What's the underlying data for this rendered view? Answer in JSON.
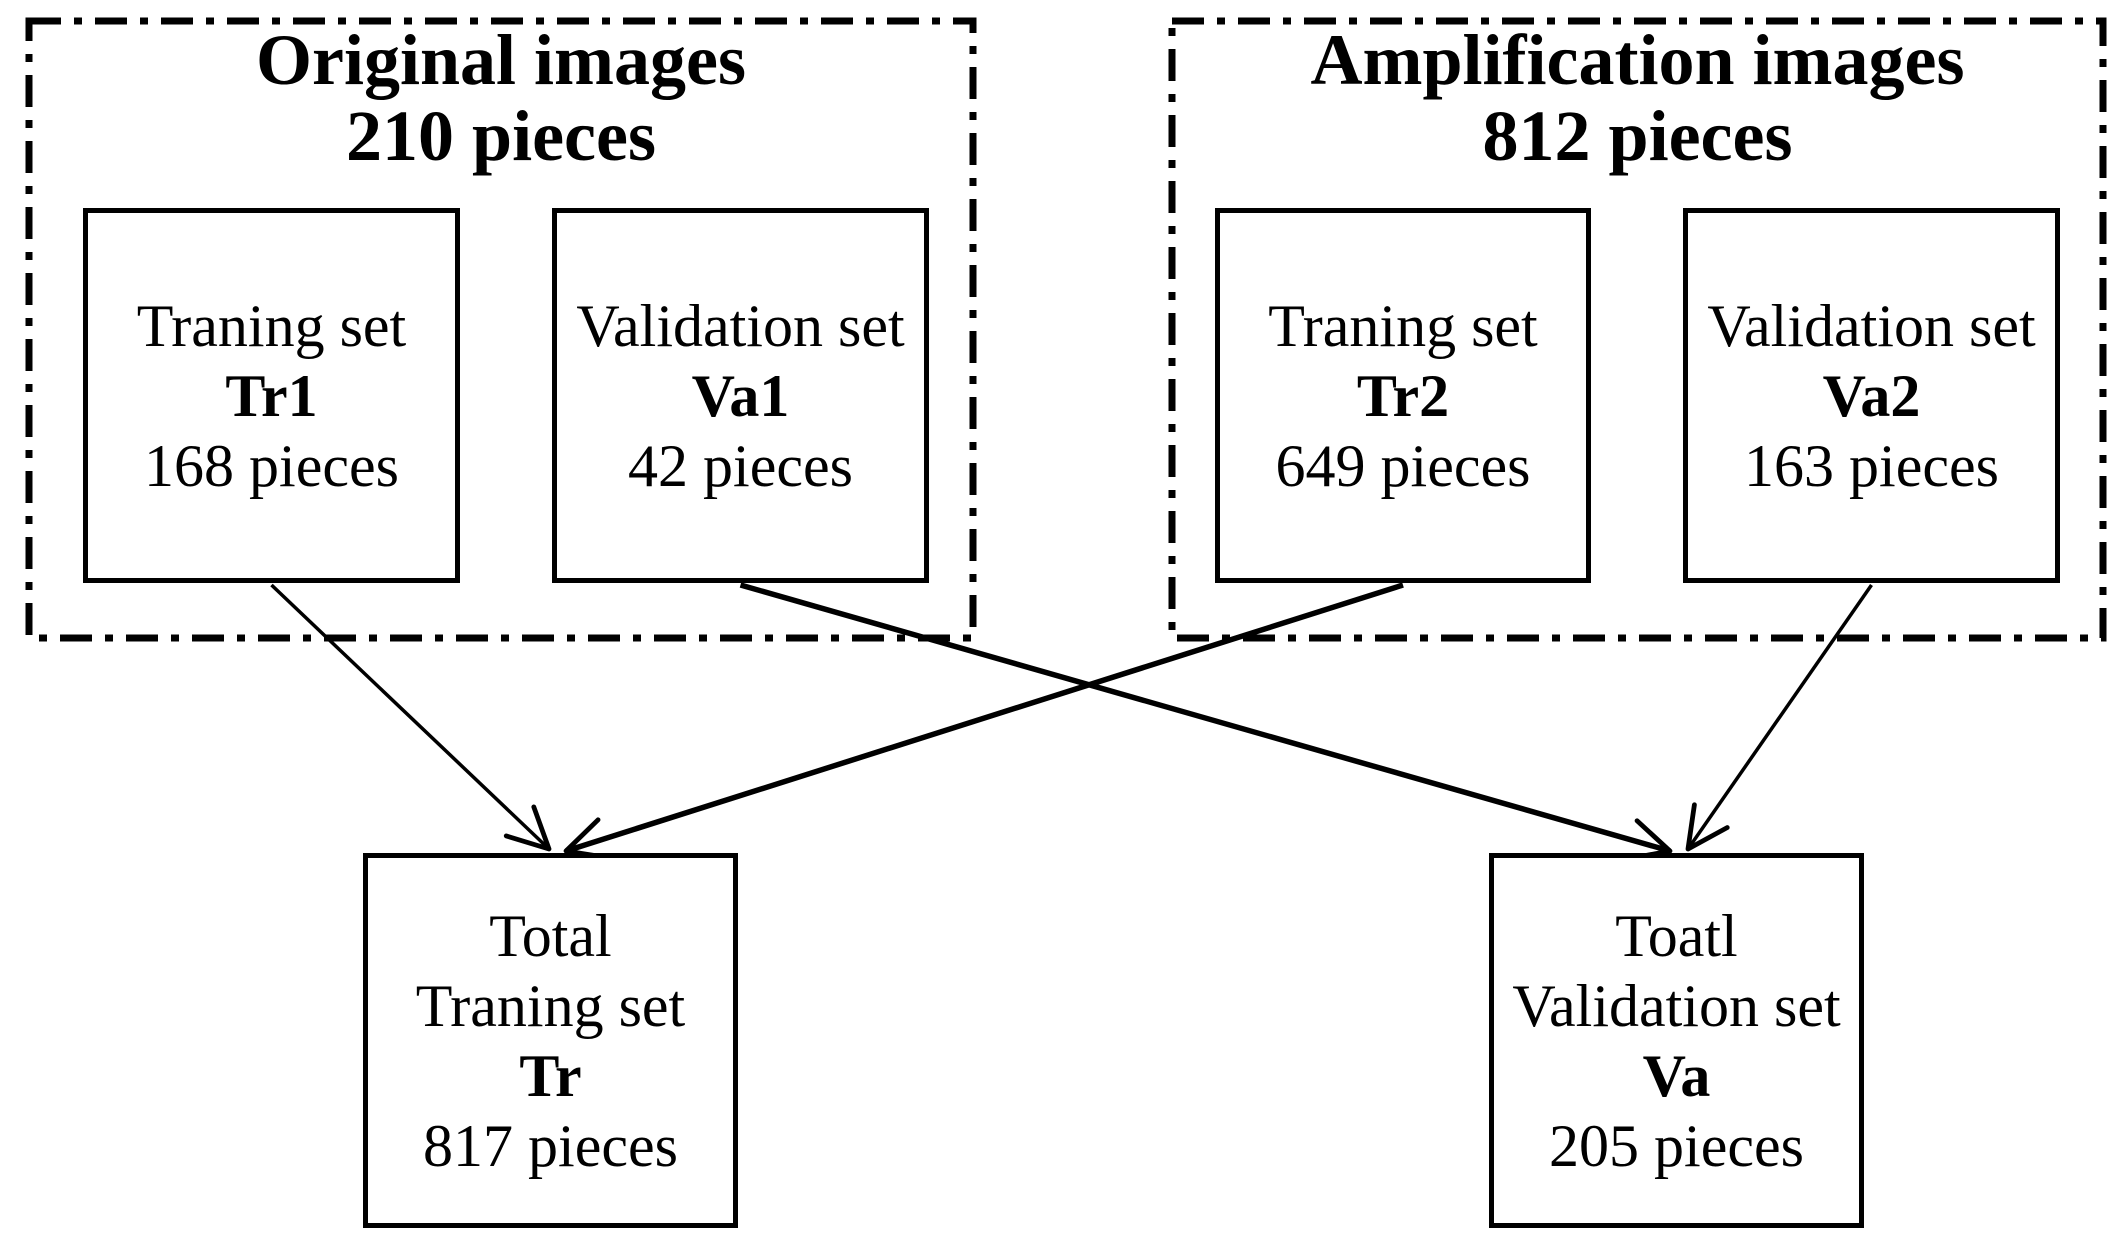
{
  "groups": [
    {
      "title": [
        "Original images",
        "210 pieces"
      ],
      "boxes": [
        {
          "label": "Traning set",
          "code": "Tr1",
          "count": "168 pieces"
        },
        {
          "label": "Validation set",
          "code": "Va1",
          "count": "42 pieces"
        }
      ]
    },
    {
      "title": [
        "Amplification images",
        "812 pieces"
      ],
      "boxes": [
        {
          "label": "Traning set",
          "code": "Tr2",
          "count": "649 pieces"
        },
        {
          "label": "Validation set",
          "code": "Va2",
          "count": "163 pieces"
        }
      ]
    }
  ],
  "totals": [
    {
      "lines": [
        "Total",
        "Traning set"
      ],
      "code": "Tr",
      "count": "817 pieces"
    },
    {
      "lines": [
        "Toatl",
        "Validation set"
      ],
      "code": "Va",
      "count": "205 pieces"
    }
  ],
  "arrows": [
    {
      "from": "Tr1",
      "to": "Tr"
    },
    {
      "from": "Tr2",
      "to": "Tr"
    },
    {
      "from": "Va1",
      "to": "Va"
    },
    {
      "from": "Va2",
      "to": "Va"
    }
  ],
  "colors": {
    "ink": "#000000",
    "paper": "#ffffff"
  }
}
